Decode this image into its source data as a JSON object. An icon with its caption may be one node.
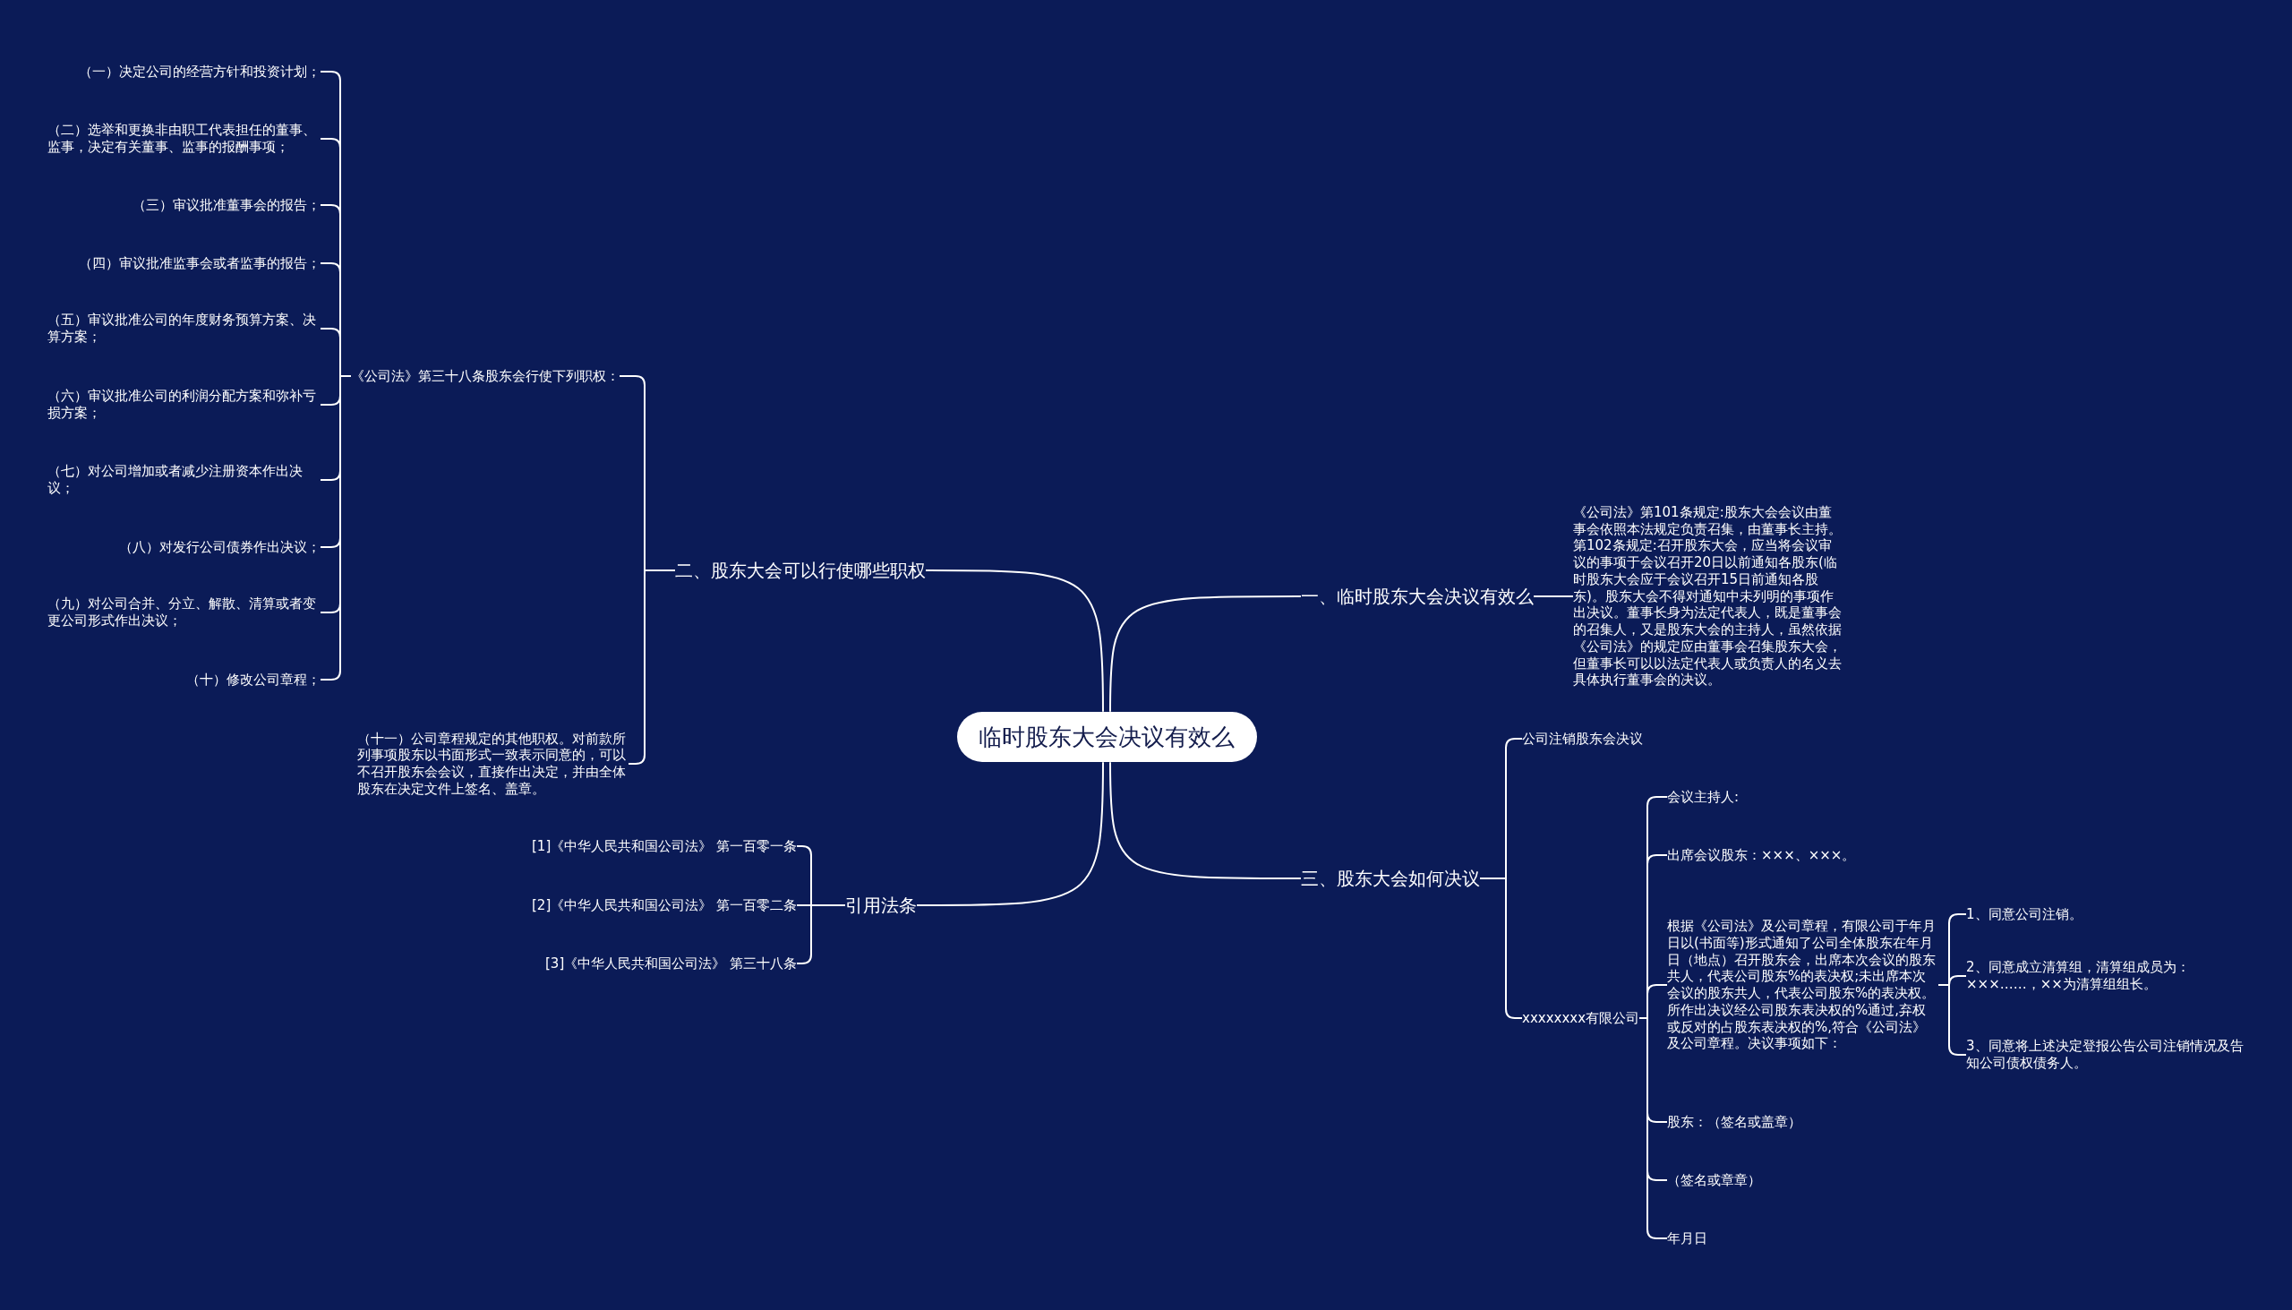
{
  "diagram": {
    "nodes": [
      {
        "text": [
          "临时股东大会决议有效么"
        ]
      },
      {
        "text": [
          "一、临时股东大会决议有效么"
        ]
      },
      {
        "text": [
          "《公司法》第101条规定:股东大会会议由董事会依照本法规定负责召集，由董事长主持。第102条规定:召开股东大会，应当将会议审议的事项于会议召开20日以前通知各股东(临时股东大会应于会议召开15日前通知各股东)。股东大会不得对通知中未列明的事项作出决议。董事长身为法定代表人，既是董事会的召集人，又是股东大会的主持人，虽然依据《公司法》的规定应由董事会召集股东大会，但董事长可以以法定代表人或负责人的名义去具体执行董事会的决议。"
        ]
      },
      {
        "text": [
          "二、股东大会可以行使哪些职权"
        ]
      },
      {
        "text": [
          "《公司法》第三十八条股东会行使下列职权："
        ]
      },
      {
        "text": [
          "（一）决定公司的经营方针和投资计划；"
        ]
      },
      {
        "text": [
          "（二）选举和更换非由职工代表担任的董事、监事，决定有关董事、监事的报酬事项；"
        ]
      },
      {
        "text": [
          "（三）审议批准董事会的报告；"
        ]
      },
      {
        "text": [
          "（四）审议批准监事会或者监事的报告；"
        ]
      },
      {
        "text": [
          "（五）审议批准公司的年度财务预算方案、决算方案；"
        ]
      },
      {
        "text": [
          "（六）审议批准公司的利润分配方案和弥补亏损方案；"
        ]
      },
      {
        "text": [
          "（七）对公司增加或者减少注册资本作出决议；"
        ]
      },
      {
        "text": [
          "（八）对发行公司债券作出决议；"
        ]
      },
      {
        "text": [
          "（九）对公司合并、分立、解散、清算或者变更公司形式作出决议；"
        ]
      },
      {
        "text": [
          "（十）修改公司章程；"
        ]
      },
      {
        "text": [
          "（十一）公司章程规定的其他职权。对前款所列事项股东以书面形式一致表示同意的，可以不召开股东会会议，直接作出决定，并由全体股东在决定文件上签名、盖章。"
        ]
      },
      {
        "text": [
          "三、股东大会如何决议"
        ]
      },
      {
        "text": [
          "公司注销股东会决议"
        ]
      },
      {
        "text": [
          "xxxxxxxx有限公司"
        ]
      },
      {
        "text": [
          "会议主持人:"
        ]
      },
      {
        "text": [
          "出席会议股东：×××、×××。"
        ]
      },
      {
        "text": [
          "根据《公司法》及公司章程，有限公司于年月日以(书面等)形式通知了公司全体股东在年月日（地点）召开股东会，出席本次会议的股东共人，代表公司股东%的表决权;未出席本次会议的股东共人，代表公司股东%的表决权。所作出决议经公司股东表决权的%通过,弃权或反对的占股东表决权的%,符合《公司法》及公司章程。决议事项如下："
        ]
      },
      {
        "text": [
          "1、同意公司注销。"
        ]
      },
      {
        "text": [
          "2、同意成立清算组，清算组成员为：×××……，××为清算组组长。"
        ]
      },
      {
        "text": [
          "3、同意将上述决定登报公告公司注销情况及告知公司债权债务人。"
        ]
      },
      {
        "text": [
          "股东：（签名或盖章）"
        ]
      },
      {
        "text": [
          "（签名或章章）"
        ]
      },
      {
        "text": [
          "年月日"
        ]
      },
      {
        "text": [
          "引用法条"
        ]
      },
      {
        "text": [
          "[1]《中华人民共和国公司法》 第一百零一条"
        ]
      },
      {
        "text": [
          "[2]《中华人民共和国公司法》 第一百零二条"
        ]
      },
      {
        "text": [
          "[3]《中华人民共和国公司法》 第三十八条"
        ]
      }
    ],
    "edges": [
      {
        "from": 0,
        "to": 1,
        "arrow": "none"
      },
      {
        "from": 1,
        "to": 2,
        "arrow": "none"
      },
      {
        "from": 0,
        "to": 3,
        "arrow": "none"
      },
      {
        "from": 3,
        "to": 4,
        "arrow": "none"
      },
      {
        "from": 4,
        "to": 5,
        "arrow": "none"
      },
      {
        "from": 4,
        "to": 6,
        "arrow": "none"
      },
      {
        "from": 4,
        "to": 7,
        "arrow": "none"
      },
      {
        "from": 4,
        "to": 8,
        "arrow": "none"
      },
      {
        "from": 4,
        "to": 9,
        "arrow": "none"
      },
      {
        "from": 4,
        "to": 10,
        "arrow": "none"
      },
      {
        "from": 4,
        "to": 11,
        "arrow": "none"
      },
      {
        "from": 4,
        "to": 12,
        "arrow": "none"
      },
      {
        "from": 4,
        "to": 13,
        "arrow": "none"
      },
      {
        "from": 4,
        "to": 14,
        "arrow": "none"
      },
      {
        "from": 3,
        "to": 15,
        "arrow": "none"
      },
      {
        "from": 0,
        "to": 16,
        "arrow": "none"
      },
      {
        "from": 16,
        "to": 17,
        "arrow": "none"
      },
      {
        "from": 16,
        "to": 18,
        "arrow": "none"
      },
      {
        "from": 18,
        "to": 19,
        "arrow": "none"
      },
      {
        "from": 18,
        "to": 20,
        "arrow": "none"
      },
      {
        "from": 18,
        "to": 21,
        "arrow": "none"
      },
      {
        "from": 21,
        "to": 22,
        "arrow": "none"
      },
      {
        "from": 21,
        "to": 23,
        "arrow": "none"
      },
      {
        "from": 21,
        "to": 24,
        "arrow": "none"
      },
      {
        "from": 18,
        "to": 25,
        "arrow": "none"
      },
      {
        "from": 18,
        "to": 26,
        "arrow": "none"
      },
      {
        "from": 18,
        "to": 27,
        "arrow": "none"
      },
      {
        "from": 0,
        "to": 28,
        "arrow": "none"
      },
      {
        "from": 28,
        "to": 29,
        "arrow": "none"
      },
      {
        "from": 28,
        "to": 30,
        "arrow": "none"
      },
      {
        "from": 28,
        "to": 31,
        "arrow": "none"
      }
    ]
  }
}
